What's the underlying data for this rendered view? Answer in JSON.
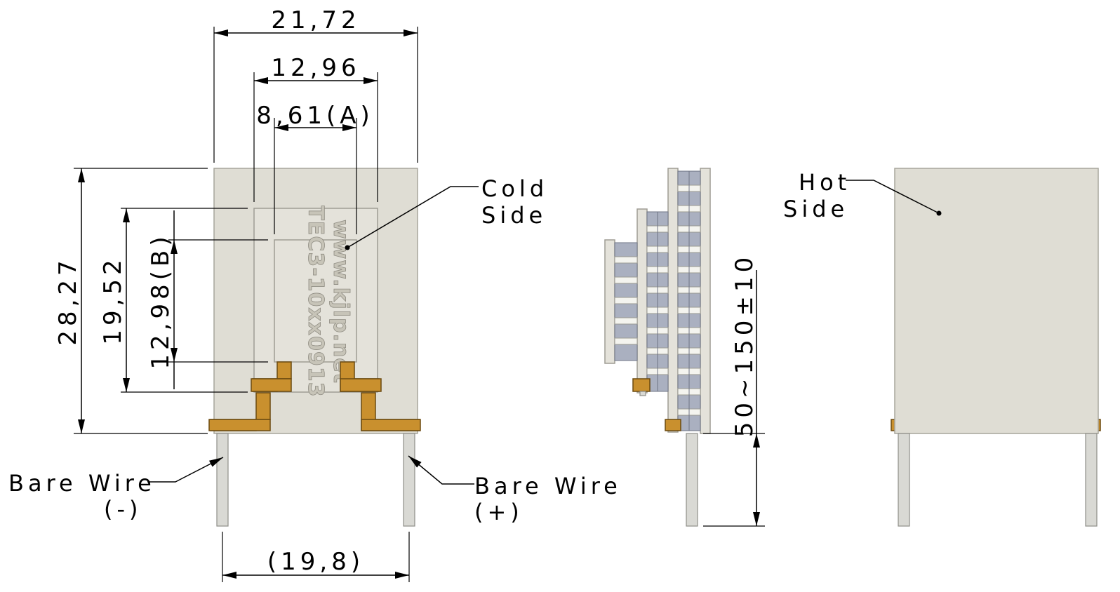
{
  "front_view": {
    "dim_overall_width": "21,72",
    "dim_cold_plate_width": "12,96",
    "dim_cold_face_width": "8,61(A)",
    "dim_overall_height": "28,27",
    "dim_cold_plate_height": "19,52",
    "dim_cold_face_height": "12,98(B)",
    "dim_wire_pitch": "(19,8)",
    "part_marking_line1": "TEC3-10xx0913",
    "part_marking_line2": "www.kjlp.net",
    "label_cold_line1": "Cold",
    "label_cold_line2": "Side",
    "label_wire_neg_line1": "Bare Wire",
    "label_wire_neg_line2": "(-)",
    "label_wire_pos_line1": "Bare Wire",
    "label_wire_pos_line2": "(+)"
  },
  "side_view": {
    "dim_wire_length": "50~150±10"
  },
  "back_view": {
    "label_hot_line1": "Hot",
    "label_hot_line2": "Side"
  },
  "colors": {
    "ceramic": "#dfddd4",
    "copper_tab": "#c9902e",
    "thermoelectric_pellet": "#aab0c0",
    "wire": "#d9d9d4"
  }
}
